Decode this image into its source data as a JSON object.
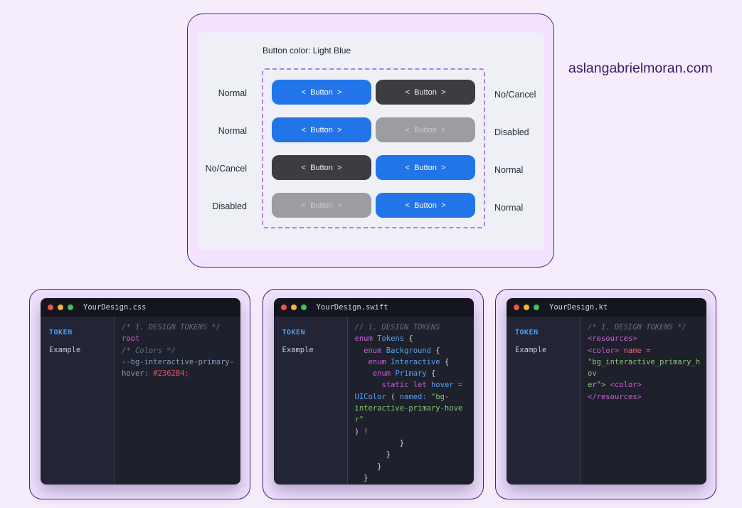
{
  "site": {
    "domain": "aslangabrielmoran.com"
  },
  "demo": {
    "title": "Button color: Light Blue",
    "button_label": "<  Button  >",
    "colors": {
      "primary_blue": "#2175e8",
      "dark": "#3b3d41",
      "disabled_gray": "#9b9da1",
      "dashed_border": "#b57de8",
      "card_bg": "#f4e3fe",
      "card_border": "#46237e",
      "panel_bg": "#eef0f6"
    },
    "rows": [
      {
        "left": "Normal",
        "right": "No/Cancel",
        "left_style": "primary",
        "right_style": "dark"
      },
      {
        "left": "Normal",
        "right": "Disabled",
        "left_style": "primary",
        "right_style": "disabled"
      },
      {
        "left": "No/Cancel",
        "right": "Normal",
        "left_style": "dark",
        "right_style": "primary"
      },
      {
        "left": "Disabled",
        "right": "Normal",
        "left_style": "disabled",
        "right_style": "primary"
      }
    ]
  },
  "windows": [
    {
      "title": "YourDesign.css",
      "sidebar": {
        "token_label": "TOKEN",
        "example_label": "Example"
      },
      "code": [
        [
          {
            "t": "/* 1. DESIGN TOKENS */",
            "c": "comment"
          }
        ],
        [
          {
            "t": "root",
            "c": "kw"
          }
        ],
        [
          {
            "t": "/* Colors */",
            "c": "comment"
          }
        ],
        [
          {
            "t": "--bg-interactive-primary-",
            "c": "prop"
          }
        ],
        [
          {
            "t": "hover: ",
            "c": "prop"
          },
          {
            "t": "#2362B4;",
            "c": "val"
          }
        ]
      ]
    },
    {
      "title": "YourDesign.swift",
      "sidebar": {
        "token_label": "TOKEN",
        "example_label": "Example"
      },
      "code": [
        [
          {
            "t": "// 1. DESIGN TOKENS",
            "c": "comment"
          }
        ],
        [
          {
            "t": "enum",
            "c": "kw"
          },
          {
            "t": " ",
            "c": "plain"
          },
          {
            "t": "Tokens",
            "c": "type"
          },
          {
            "t": " {",
            "c": "plain"
          }
        ],
        [
          {
            "t": "  ",
            "c": "plain"
          },
          {
            "t": "enum",
            "c": "kw"
          },
          {
            "t": " ",
            "c": "plain"
          },
          {
            "t": "Background",
            "c": "type"
          },
          {
            "t": " {",
            "c": "plain"
          }
        ],
        [
          {
            "t": "   ",
            "c": "plain"
          },
          {
            "t": "enum",
            "c": "kw"
          },
          {
            "t": " ",
            "c": "plain"
          },
          {
            "t": "Interactive",
            "c": "type"
          },
          {
            "t": " {",
            "c": "plain"
          }
        ],
        [
          {
            "t": "    ",
            "c": "plain"
          },
          {
            "t": "enum",
            "c": "kw"
          },
          {
            "t": " ",
            "c": "plain"
          },
          {
            "t": "Primary",
            "c": "type"
          },
          {
            "t": " {",
            "c": "plain"
          }
        ],
        [
          {
            "t": "      ",
            "c": "plain"
          },
          {
            "t": "static let",
            "c": "kw"
          },
          {
            "t": " ",
            "c": "plain"
          },
          {
            "t": "hover",
            "c": "type"
          },
          {
            "t": " ",
            "c": "plain"
          },
          {
            "t": "=",
            "c": "kw"
          }
        ],
        [
          {
            "t": "UIColor",
            "c": "type"
          },
          {
            "t": " ( ",
            "c": "plain"
          },
          {
            "t": "named:",
            "c": "type"
          },
          {
            "t": " ",
            "c": "plain"
          },
          {
            "t": "\"bg-",
            "c": "str"
          }
        ],
        [
          {
            "t": "interactive-primary-hover\"",
            "c": "str"
          }
        ],
        [
          {
            "t": ") ",
            "c": "plain"
          },
          {
            "t": "!",
            "c": "bang"
          }
        ],
        [
          {
            "t": "          }",
            "c": "plain"
          }
        ],
        [
          {
            "t": "       }",
            "c": "plain"
          }
        ],
        [
          {
            "t": "     }",
            "c": "plain"
          }
        ],
        [
          {
            "t": "  }",
            "c": "plain"
          }
        ]
      ]
    },
    {
      "title": "YourDesign.kt",
      "sidebar": {
        "token_label": "TOKEN",
        "example_label": "Example"
      },
      "code": [
        [
          {
            "t": "/* 1. DESIGN TOKENS */",
            "c": "comment"
          }
        ],
        [
          {
            "t": "<resources>",
            "c": "kw"
          }
        ],
        [
          {
            "t": "<color>",
            "c": "kw"
          },
          {
            "t": " ",
            "c": "plain"
          },
          {
            "t": "name",
            "c": "attr"
          },
          {
            "t": " ",
            "c": "plain"
          },
          {
            "t": "=",
            "c": "kw"
          }
        ],
        [
          {
            "t": "\"bg_interactive_primary_hov",
            "c": "str"
          }
        ],
        [
          {
            "t": "er\">",
            "c": "str"
          },
          {
            "t": " ",
            "c": "plain"
          },
          {
            "t": "<color>",
            "c": "kw"
          }
        ],
        [
          {
            "t": "</resources>",
            "c": "kw"
          }
        ]
      ]
    }
  ]
}
